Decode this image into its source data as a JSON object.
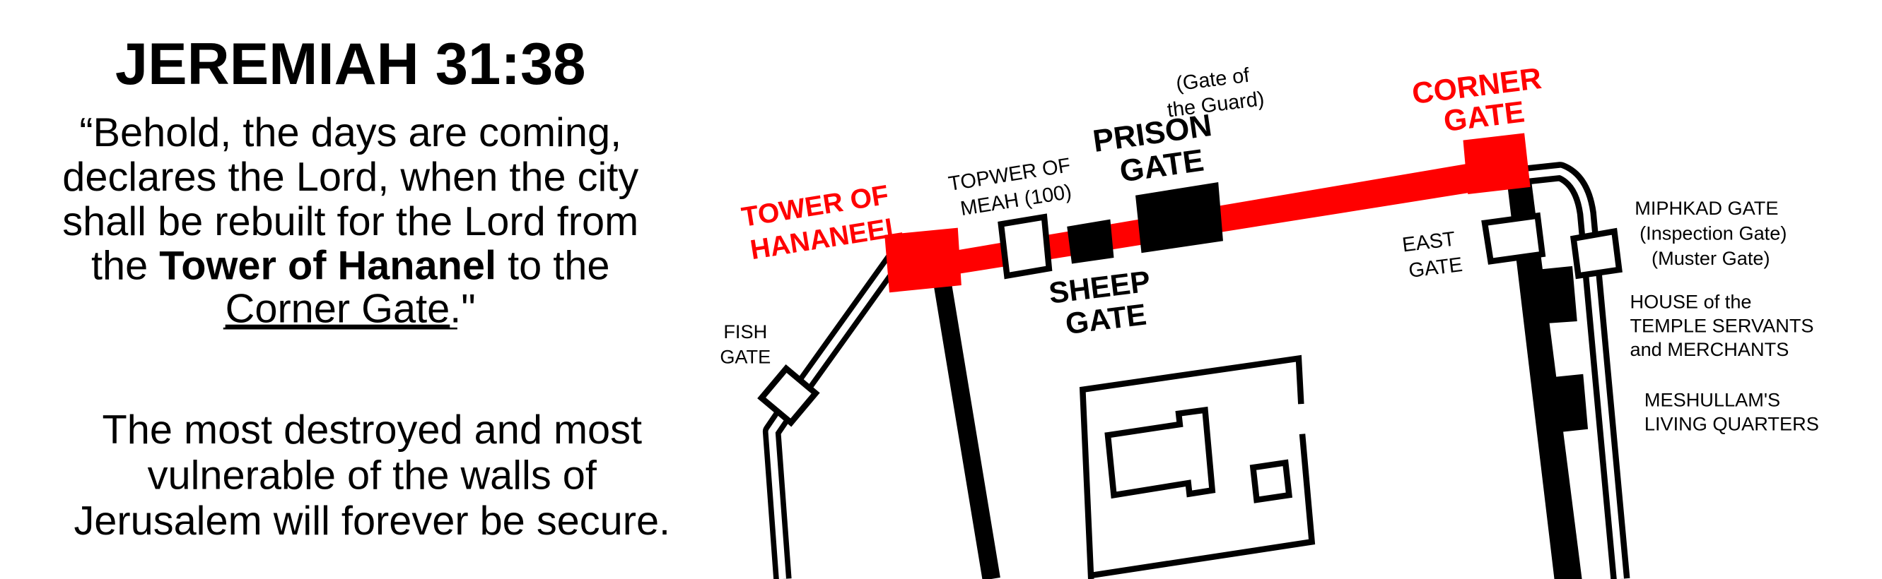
{
  "colors": {
    "highlight": "#ff0000",
    "ink": "#000000",
    "background": "#ffffff"
  },
  "left_panel": {
    "title": "JEREMIAH 31:38",
    "quote": {
      "line1": "“Behold, the days are coming,",
      "line2": "declares the Lord, when the city",
      "line3": "shall be rebuilt for the Lord from",
      "line4_pre": "the ",
      "line4_bold": "Tower of Hananel",
      "line4_post": " to the",
      "line5_underlined": "Corner Gate",
      "line5_post": ".\""
    },
    "commentary": {
      "line1": "The most destroyed and most",
      "line2": "vulnerable of the walls of",
      "line3": "Jerusalem will forever be secure."
    }
  },
  "map": {
    "labels": {
      "gate_of_guard": [
        "(Gate of",
        "the Guard)"
      ],
      "prison_gate": [
        "PRISON",
        "GATE"
      ],
      "corner_gate": [
        "CORNER",
        "GATE"
      ],
      "tower_meah": [
        "TOPWER OF",
        "MEAH (100)"
      ],
      "tower_hananeel": [
        "TOWER OF",
        "HANANEEL"
      ],
      "sheep_gate": [
        "SHEEP",
        "GATE"
      ],
      "fish_gate": [
        "FISH",
        "GATE"
      ],
      "east_gate": [
        "EAST",
        "GATE"
      ],
      "miphkad_gate": [
        "MIPHKAD GATE",
        "(Inspection Gate)",
        "(Muster Gate)"
      ],
      "house_temple_servants": [
        "HOUSE of the",
        "TEMPLE SERVANTS",
        "and MERCHANTS"
      ],
      "meshullam": [
        "MESHULLAM'S",
        "LIVING QUARTERS"
      ]
    }
  }
}
